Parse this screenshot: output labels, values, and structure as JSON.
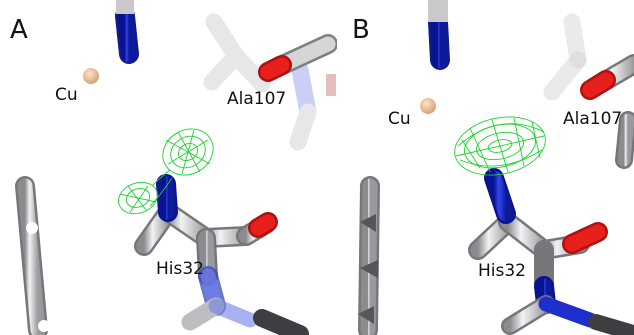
{
  "panels": [
    {
      "letter": "A",
      "labels": {
        "cu": "Cu",
        "ala": "Ala107",
        "his": "His32"
      },
      "density_mesh": "green-mesh-split"
    },
    {
      "letter": "B",
      "labels": {
        "cu": "Cu",
        "ala": "Ala107",
        "his": "His32"
      },
      "density_mesh": "green-mesh-single"
    }
  ],
  "colors": {
    "carbon": "#c9c9cc",
    "nitrogen": "#1f2fcc",
    "oxygen": "#e8201c",
    "copper": "#e8b98e",
    "mesh": "#1fd02f",
    "background": "#ffffff"
  }
}
